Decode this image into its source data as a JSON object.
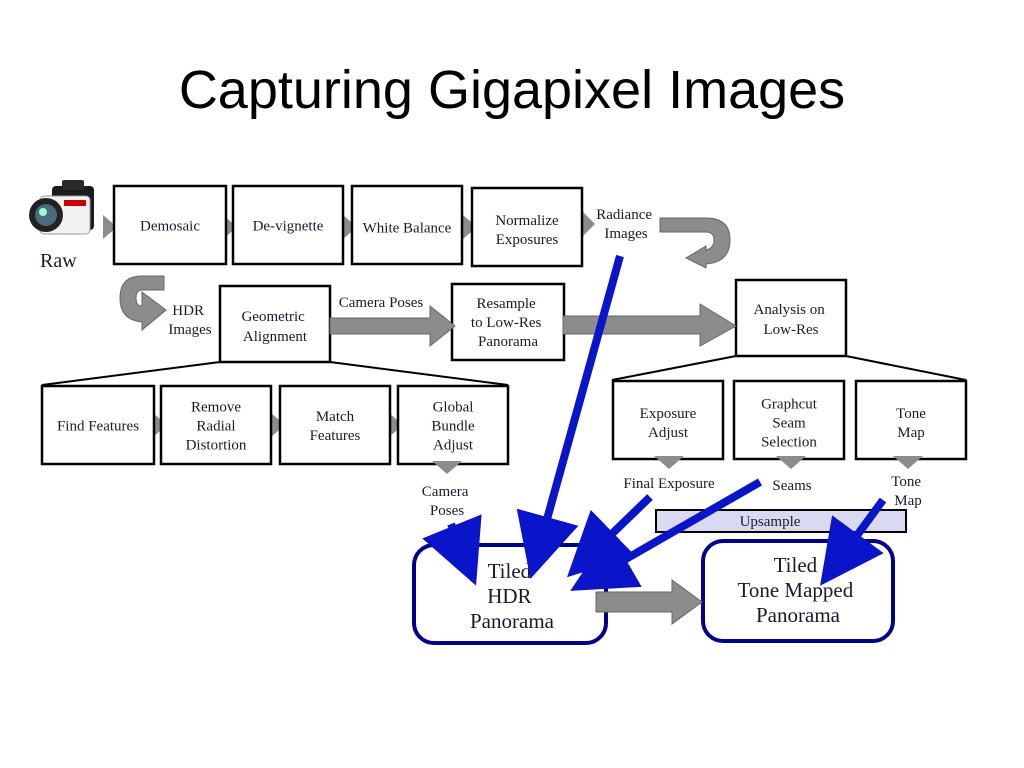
{
  "title": "Capturing Gigapixel Images",
  "colors": {
    "box_border": "#000000",
    "gray_arrow": "#8c8c8c",
    "blue_arrow": "#0a14c8",
    "dark_blue_outline": "#00008b",
    "upsample_fill": "#d9d9f2",
    "text": "#1a1a2e"
  },
  "icons": {
    "camera": "camera-icon"
  },
  "labels": {
    "raw": "Raw",
    "radiance": [
      "Radiance",
      "Images"
    ],
    "hdr_images": [
      "HDR",
      "Images"
    ],
    "camera_poses_top": "Camera Poses",
    "camera_poses_bottom": [
      "Camera",
      "Poses"
    ],
    "final_exposure": "Final Exposure",
    "seams": "Seams",
    "tone_map_out": [
      "Tone",
      "Map"
    ]
  },
  "top_row": [
    {
      "lines": [
        "Demosaic"
      ]
    },
    {
      "lines": [
        "De-vignette"
      ]
    },
    {
      "lines": [
        "White Balance"
      ]
    },
    {
      "lines": [
        "Normalize",
        "Exposures"
      ]
    }
  ],
  "mid_row": {
    "geometric": [
      "Geometric",
      "Alignment"
    ],
    "resample": [
      "Resample",
      "to Low-Res",
      "Panorama"
    ],
    "analysis": [
      "Analysis on",
      "Low-Res"
    ]
  },
  "geo_sub": [
    {
      "lines": [
        "Find Features"
      ]
    },
    {
      "lines": [
        "Remove",
        "Radial",
        "Distortion"
      ]
    },
    {
      "lines": [
        "Match",
        "Features"
      ]
    },
    {
      "lines": [
        "Global",
        "Bundle",
        "Adjust"
      ]
    }
  ],
  "analysis_sub": [
    {
      "lines": [
        "Exposure",
        "Adjust"
      ]
    },
    {
      "lines": [
        "Graphcut",
        "Seam",
        "Selection"
      ]
    },
    {
      "lines": [
        "Tone",
        "Map"
      ]
    }
  ],
  "upsample": "Upsample",
  "outputs": {
    "hdr": [
      "Tiled",
      "HDR",
      "Panorama"
    ],
    "tone_mapped": [
      "Tiled",
      "Tone Mapped",
      "Panorama"
    ]
  }
}
